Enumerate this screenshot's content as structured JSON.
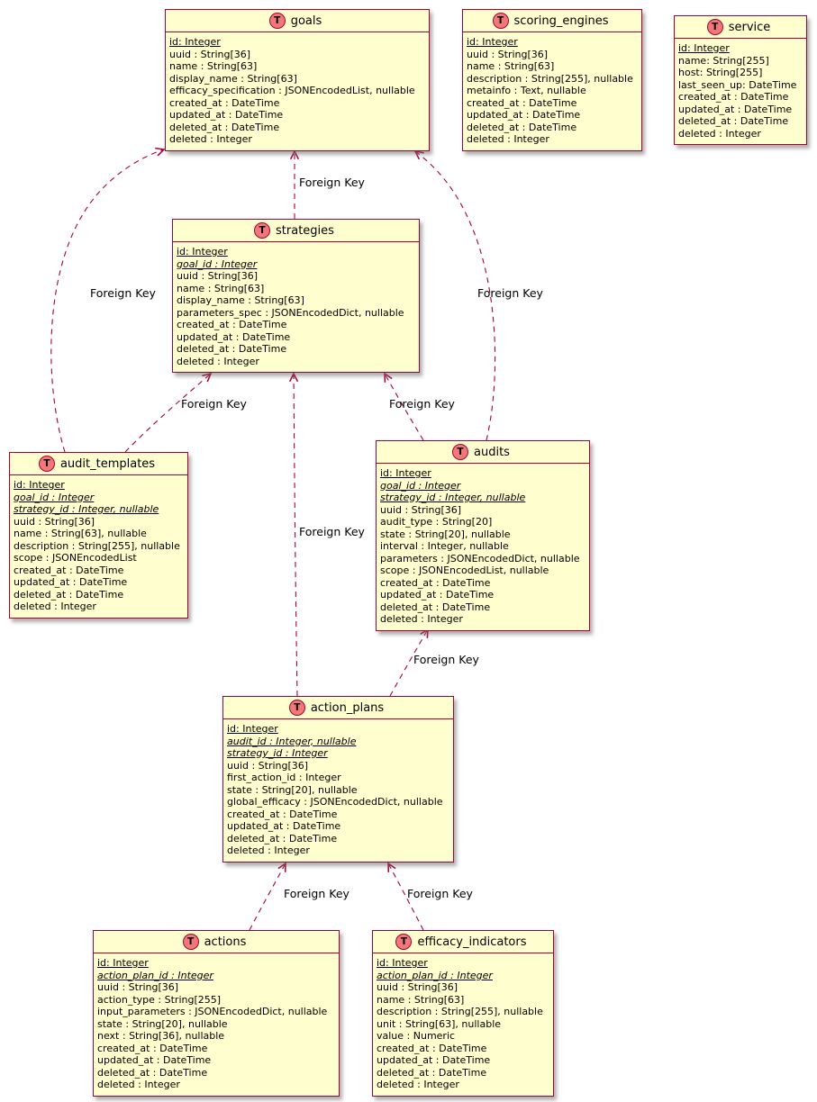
{
  "diagram_type": "entity-relationship",
  "colors": {
    "page_bg": "#FFFFFF",
    "table_bg": "#FEFECE",
    "table_border": "#A80036",
    "spot_fill": "#F07878",
    "spot_border": "#A80036",
    "edge_color": "#A80036",
    "label_color": "#000000"
  },
  "tables": [
    {
      "id": "goals",
      "title": "goals",
      "spot": "T",
      "fields": [
        {
          "t": "id: Integer",
          "s": "pk"
        },
        {
          "t": "uuid : String[36]",
          "s": ""
        },
        {
          "t": "name : String[63]",
          "s": ""
        },
        {
          "t": "display_name : String[63]",
          "s": ""
        },
        {
          "t": "efficacy_specification : JSONEncodedList, nullable",
          "s": ""
        },
        {
          "t": "created_at : DateTime",
          "s": ""
        },
        {
          "t": "updated_at : DateTime",
          "s": ""
        },
        {
          "t": "deleted_at : DateTime",
          "s": ""
        },
        {
          "t": "deleted : Integer",
          "s": ""
        }
      ]
    },
    {
      "id": "scoring_engines",
      "title": "scoring_engines",
      "spot": "T",
      "fields": [
        {
          "t": "id: Integer",
          "s": "pk"
        },
        {
          "t": "uuid : String[36]",
          "s": ""
        },
        {
          "t": "name : String[63]",
          "s": ""
        },
        {
          "t": "description : String[255], nullable",
          "s": ""
        },
        {
          "t": "metainfo : Text, nullable",
          "s": ""
        },
        {
          "t": "created_at : DateTime",
          "s": ""
        },
        {
          "t": "updated_at : DateTime",
          "s": ""
        },
        {
          "t": "deleted_at : DateTime",
          "s": ""
        },
        {
          "t": "deleted : Integer",
          "s": ""
        }
      ]
    },
    {
      "id": "service",
      "title": "service",
      "spot": "T",
      "fields": [
        {
          "t": "id: Integer",
          "s": "pk"
        },
        {
          "t": "name: String[255]",
          "s": ""
        },
        {
          "t": "host: String[255]",
          "s": ""
        },
        {
          "t": "last_seen_up: DateTime",
          "s": ""
        },
        {
          "t": "created_at : DateTime",
          "s": ""
        },
        {
          "t": "updated_at : DateTime",
          "s": ""
        },
        {
          "t": "deleted_at : DateTime",
          "s": ""
        },
        {
          "t": "deleted : Integer",
          "s": ""
        }
      ]
    },
    {
      "id": "strategies",
      "title": "strategies",
      "spot": "T",
      "fields": [
        {
          "t": "id: Integer",
          "s": "pk"
        },
        {
          "t": "goal_id : Integer",
          "s": "fk"
        },
        {
          "t": "uuid : String[36]",
          "s": ""
        },
        {
          "t": "name : String[63]",
          "s": ""
        },
        {
          "t": "display_name : String[63]",
          "s": ""
        },
        {
          "t": "parameters_spec : JSONEncodedDict, nullable",
          "s": ""
        },
        {
          "t": "created_at : DateTime",
          "s": ""
        },
        {
          "t": "updated_at : DateTime",
          "s": ""
        },
        {
          "t": "deleted_at : DateTime",
          "s": ""
        },
        {
          "t": "deleted : Integer",
          "s": ""
        }
      ]
    },
    {
      "id": "audit_templates",
      "title": "audit_templates",
      "spot": "T",
      "fields": [
        {
          "t": "id: Integer",
          "s": "pk"
        },
        {
          "t": "goal_id : Integer",
          "s": "fk"
        },
        {
          "t": "strategy_id : Integer, nullable",
          "s": "fk"
        },
        {
          "t": "uuid : String[36]",
          "s": ""
        },
        {
          "t": "name : String[63], nullable",
          "s": ""
        },
        {
          "t": "description : String[255], nullable",
          "s": ""
        },
        {
          "t": "scope : JSONEncodedList",
          "s": ""
        },
        {
          "t": "created_at : DateTime",
          "s": ""
        },
        {
          "t": "updated_at : DateTime",
          "s": ""
        },
        {
          "t": "deleted_at : DateTime",
          "s": ""
        },
        {
          "t": "deleted : Integer",
          "s": ""
        }
      ]
    },
    {
      "id": "audits",
      "title": "audits",
      "spot": "T",
      "fields": [
        {
          "t": "id: Integer",
          "s": "pk"
        },
        {
          "t": "goal_id : Integer",
          "s": "fk"
        },
        {
          "t": "strategy_id : Integer, nullable",
          "s": "fk"
        },
        {
          "t": "uuid : String[36]",
          "s": ""
        },
        {
          "t": "audit_type : String[20]",
          "s": ""
        },
        {
          "t": "state : String[20], nullable",
          "s": ""
        },
        {
          "t": "interval : Integer, nullable",
          "s": ""
        },
        {
          "t": "parameters : JSONEncodedDict, nullable",
          "s": ""
        },
        {
          "t": "scope : JSONEncodedList, nullable",
          "s": ""
        },
        {
          "t": "created_at : DateTime",
          "s": ""
        },
        {
          "t": "updated_at : DateTime",
          "s": ""
        },
        {
          "t": "deleted_at : DateTime",
          "s": ""
        },
        {
          "t": "deleted : Integer",
          "s": ""
        }
      ]
    },
    {
      "id": "action_plans",
      "title": "action_plans",
      "spot": "T",
      "fields": [
        {
          "t": "id: Integer",
          "s": "pk"
        },
        {
          "t": "audit_id : Integer, nullable",
          "s": "fk"
        },
        {
          "t": "strategy_id : Integer",
          "s": "fk"
        },
        {
          "t": "uuid : String[36]",
          "s": ""
        },
        {
          "t": "first_action_id : Integer",
          "s": ""
        },
        {
          "t": "state : String[20], nullable",
          "s": ""
        },
        {
          "t": "global_efficacy : JSONEncodedDict, nullable",
          "s": ""
        },
        {
          "t": "created_at : DateTime",
          "s": ""
        },
        {
          "t": "updated_at : DateTime",
          "s": ""
        },
        {
          "t": "deleted_at : DateTime",
          "s": ""
        },
        {
          "t": "deleted : Integer",
          "s": ""
        }
      ]
    },
    {
      "id": "actions",
      "title": "actions",
      "spot": "T",
      "fields": [
        {
          "t": "id: Integer",
          "s": "pk"
        },
        {
          "t": "action_plan_id : Integer",
          "s": "fk"
        },
        {
          "t": "uuid : String[36]",
          "s": ""
        },
        {
          "t": "action_type : String[255]",
          "s": ""
        },
        {
          "t": "input_parameters : JSONEncodedDict, nullable",
          "s": ""
        },
        {
          "t": "state : String[20], nullable",
          "s": ""
        },
        {
          "t": "next : String[36], nullable",
          "s": ""
        },
        {
          "t": "created_at : DateTime",
          "s": ""
        },
        {
          "t": "updated_at : DateTime",
          "s": ""
        },
        {
          "t": "deleted_at : DateTime",
          "s": ""
        },
        {
          "t": "deleted : Integer",
          "s": ""
        }
      ]
    },
    {
      "id": "efficacy_indicators",
      "title": "efficacy_indicators",
      "spot": "T",
      "fields": [
        {
          "t": "id: Integer",
          "s": "pk"
        },
        {
          "t": "action_plan_id : Integer",
          "s": "fk"
        },
        {
          "t": "uuid : String[36]",
          "s": ""
        },
        {
          "t": "name : String[63]",
          "s": ""
        },
        {
          "t": "description : String[255], nullable",
          "s": ""
        },
        {
          "t": "unit : String[63], nullable",
          "s": ""
        },
        {
          "t": "value : Numeric",
          "s": ""
        },
        {
          "t": "created_at : DateTime",
          "s": ""
        },
        {
          "t": "updated_at : DateTime",
          "s": ""
        },
        {
          "t": "deleted_at : DateTime",
          "s": ""
        },
        {
          "t": "deleted : Integer",
          "s": ""
        }
      ]
    }
  ],
  "relationships": [
    {
      "from": "strategies",
      "to": "goals",
      "label": "Foreign Key"
    },
    {
      "from": "audit_templates",
      "to": "goals",
      "label": "Foreign Key"
    },
    {
      "from": "audits",
      "to": "goals",
      "label": "Foreign Key"
    },
    {
      "from": "audit_templates",
      "to": "strategies",
      "label": "Foreign Key"
    },
    {
      "from": "audits",
      "to": "strategies",
      "label": "Foreign Key"
    },
    {
      "from": "action_plans",
      "to": "strategies",
      "label": "Foreign Key"
    },
    {
      "from": "action_plans",
      "to": "audits",
      "label": "Foreign Key"
    },
    {
      "from": "actions",
      "to": "action_plans",
      "label": "Foreign Key"
    },
    {
      "from": "efficacy_indicators",
      "to": "action_plans",
      "label": "Foreign Key"
    }
  ]
}
